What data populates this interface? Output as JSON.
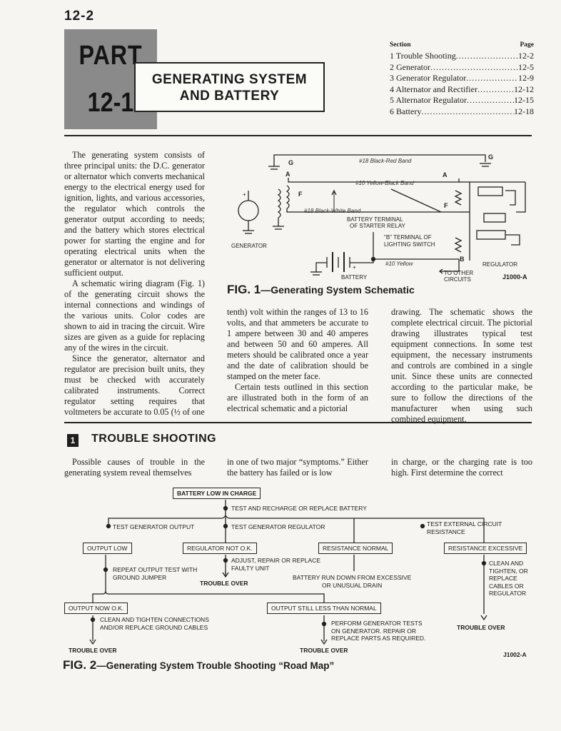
{
  "page_number": "12-2",
  "part": {
    "label": "PART",
    "number": "12-1"
  },
  "title": {
    "line1": "GENERATING SYSTEM",
    "line2": "AND BATTERY"
  },
  "toc": {
    "section_header": "Section",
    "page_header": "Page",
    "rows": [
      {
        "label": "1 Trouble Shooting",
        "page": "12-2"
      },
      {
        "label": "2 Generator",
        "page": "12-5"
      },
      {
        "label": "3 Generator Regulator",
        "page": "12-9"
      },
      {
        "label": "4 Alternator and Rectifier",
        "page": "12-12"
      },
      {
        "label": "5 Alternator Regulator",
        "page": "12-15"
      },
      {
        "label": "6 Battery",
        "page": "12-18"
      }
    ]
  },
  "intro": {
    "p1": "The generating system consists of three principal units: the D.C. generator or alternator which converts mechanical energy to the electrical energy used for ignition, lights, and various accessories, the regulator which controls the generator output according to needs; and the battery which stores electrical power for starting the engine and for operating electrical units when the generator or alternator is not delivering sufficient output.",
    "p2": "A schematic wiring diagram (Fig. 1) of the generating circuit shows the internal connections and windings of the various units. Color codes are shown to aid in tracing the circuit. Wire sizes are given as a guide for replacing any of the wires in the circuit.",
    "p3": "Since the generator, alternator and regulator are precision built units, they must be checked with accurately calibrated instruments. Correct regulator setting requires that voltmeters be accurate to 0.05 (½ of one"
  },
  "middle": {
    "p1": "tenth) volt within the ranges of 13 to 16 volts, and that ammeters be accurate to 1 ampere between 30 and 40 amperes and between 50 and 60 amperes. All meters should be calibrated once a year and the date of calibration should be stamped on the meter face.",
    "p2": "Certain tests outlined in this section are illustrated both in the form of an electrical schematic and a pictorial"
  },
  "right": {
    "p1": "drawing. The schematic shows the complete electrical circuit. The pictorial drawing illustrates typical test equipment connections. In some test equipment, the necessary instruments and controls are combined in a single unit. Since these units are connected according to the particular make, be sure to follow the directions of the manufacturer when using such combined equipment."
  },
  "fig1": {
    "fig_label": "FIG. 1",
    "caption": "—Generating System Schematic",
    "code": "J1000-A",
    "labels": {
      "g_left": "G",
      "g_right": "G",
      "a_left": "A",
      "a_right": "A",
      "f_left": "F",
      "f_right": "F",
      "b": "B",
      "wire18br": "#18 Black-Red Band",
      "wire10yb": "#10 Yellow-Black Band",
      "wire18bw": "#18 Black-White Band",
      "wire10y": "#10 Yellow",
      "batt_term1": "BATTERY TERMINAL",
      "batt_term2": "OF STARTER RELAY",
      "light1": "\"B\" TERMINAL OF",
      "light2": "LIGHTING SWITCH",
      "generator": "GENERATOR",
      "battery": "BATTERY",
      "regulator": "REGULATOR",
      "other1": "TO OTHER",
      "other2": "CIRCUITS"
    }
  },
  "trouble": {
    "number": "1",
    "heading": "TROUBLE SHOOTING",
    "col1": "Possible causes of trouble in the generating system reveal themselves",
    "col2": "in one of two major “symptoms.” Either the battery has failed or is low",
    "col3": "in charge, or the charging rate is too high. First determine the correct"
  },
  "fig2": {
    "fig_label": "FIG. 2",
    "caption": "—Generating System Trouble Shooting “Road Map”",
    "code": "J1002-A",
    "battery_low": "BATTERY LOW IN CHARGE",
    "test_recharge": "TEST AND RECHARGE OR REPLACE BATTERY",
    "test_gen_output": "TEST GENERATOR OUTPUT",
    "test_gen_reg": "TEST GENERATOR REGULATOR",
    "test_ext1": "TEST EXTERNAL CIRCUIT",
    "test_ext2": "RESISTANCE",
    "output_low": "OUTPUT LOW",
    "reg_not_ok": "REGULATOR NOT O.K.",
    "res_normal": "RESISTANCE NORMAL",
    "res_excessive": "RESISTANCE EXCESSIVE",
    "repeat1": "REPEAT OUTPUT TEST WITH",
    "repeat2": "GROUND JUMPER",
    "adjust1": "ADJUST, REPAIR OR REPLACE",
    "adjust2": "FAULTY UNIT",
    "batt_run1": "BATTERY RUN DOWN FROM EXCESSIVE",
    "batt_run2": "OR UNUSUAL DRAIN",
    "clean1": "CLEAN AND",
    "clean2": "TIGHTEN, OR",
    "clean3": "REPLACE",
    "clean4": "CABLES OR",
    "clean5": "REGULATOR",
    "trouble_over": "TROUBLE OVER",
    "output_now_ok": "OUTPUT NOW O.K.",
    "output_still": "OUTPUT STILL LESS THAN NORMAL",
    "clean_conn1": "CLEAN AND TIGHTEN CONNECTIONS",
    "clean_conn2": "AND/OR REPLACE GROUND CABLES",
    "perform1": "PERFORM GENERATOR TESTS",
    "perform2": "ON GENERATOR. REPAIR OR",
    "perform3": "REPLACE PARTS AS REQUIRED."
  }
}
